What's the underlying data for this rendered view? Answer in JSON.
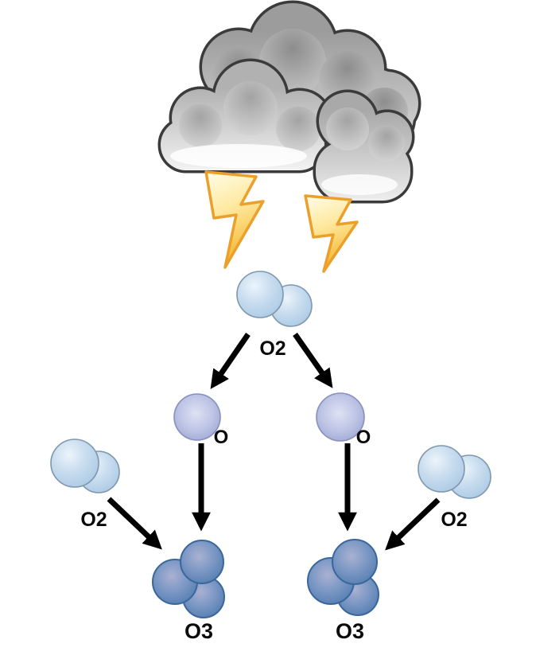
{
  "background": "#ffffff",
  "cloud": {
    "icon": "storm-cloud-with-lightning",
    "bolt_count": 2
  },
  "nodes": [
    {
      "id": "o2-top",
      "label": "O2",
      "type": "oxygen-molecule"
    },
    {
      "id": "o-left",
      "label": "O",
      "type": "oxygen-atom"
    },
    {
      "id": "o-right",
      "label": "O",
      "type": "oxygen-atom"
    },
    {
      "id": "o2-left",
      "label": "O2",
      "type": "oxygen-molecule"
    },
    {
      "id": "o2-right",
      "label": "O2",
      "type": "oxygen-molecule"
    },
    {
      "id": "o3-left",
      "label": "O3",
      "type": "ozone-molecule"
    },
    {
      "id": "o3-right",
      "label": "O3",
      "type": "ozone-molecule"
    }
  ],
  "edges": [
    {
      "from": "o2-top",
      "to": "o-left"
    },
    {
      "from": "o2-top",
      "to": "o-right"
    },
    {
      "from": "o-left",
      "to": "o3-left"
    },
    {
      "from": "o-right",
      "to": "o3-right"
    },
    {
      "from": "o2-left",
      "to": "o3-left"
    },
    {
      "from": "o2-right",
      "to": "o3-right"
    }
  ],
  "colors": {
    "oxygen_molecule_blue": "#b7d1e9",
    "oxygen_atom_lavender": "#9da6d1",
    "ozone_blue": "#527cae",
    "arrow": "#000000",
    "cloud_outline": "#3b3b3b",
    "cloud_gray": "#b3b3b3",
    "lightning_yellow": "#f6c42e",
    "lightning_outline": "#eca02c"
  }
}
